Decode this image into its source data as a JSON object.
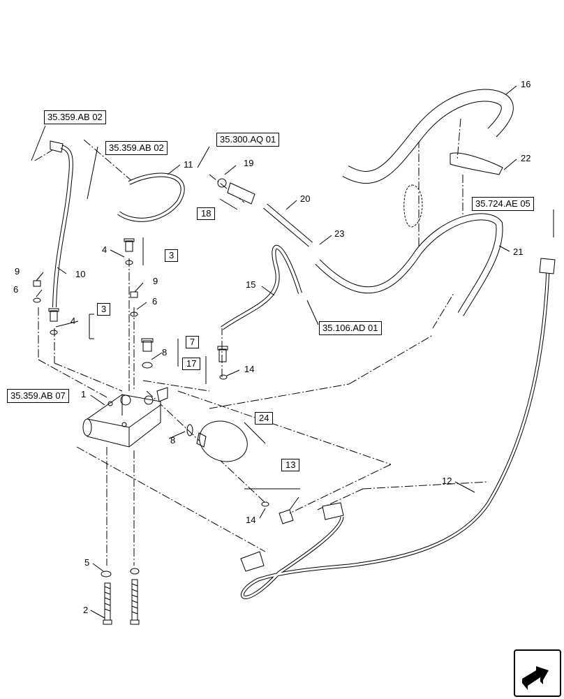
{
  "reference_boxes": [
    {
      "id": "ref_ab02_left",
      "text": "35.359.AB 02"
    },
    {
      "id": "ref_ab02_mid",
      "text": "35.359.AB 02"
    },
    {
      "id": "ref_aq01",
      "text": "35.300.AQ 01"
    },
    {
      "id": "ref_ae05",
      "text": "35.724.AE 05"
    },
    {
      "id": "ref_ad01",
      "text": "35.106.AD 01"
    },
    {
      "id": "ref_ab07",
      "text": "35.359.AB 07"
    }
  ],
  "callouts": {
    "c1": "1",
    "c2": "2",
    "c4a": "4",
    "c4b": "4",
    "c5": "5",
    "c6a": "6",
    "c6b": "6",
    "c8a": "8",
    "c8b": "8",
    "c9a": "9",
    "c9b": "9",
    "c10": "10",
    "c11": "11",
    "c12": "12",
    "c14a": "14",
    "c14b": "14",
    "c15": "15",
    "c16": "16",
    "c19": "19",
    "c20": "20",
    "c21": "21",
    "c22": "22",
    "c23": "23"
  },
  "boxed_callouts": {
    "b3a": "3",
    "b3b": "3",
    "b7": "7",
    "b13": "13",
    "b17": "17",
    "b18": "18",
    "b24": "24"
  },
  "nav_icon": "next-page-arrow-icon"
}
